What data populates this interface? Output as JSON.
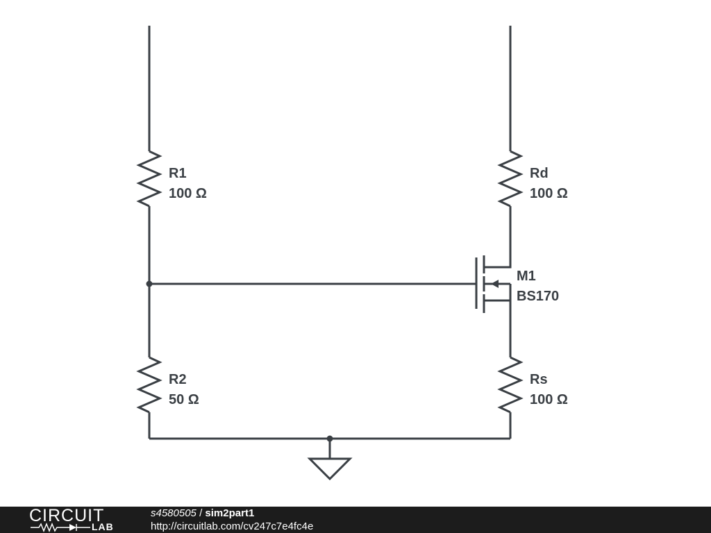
{
  "components": {
    "r1": {
      "name": "R1",
      "value": "100 Ω"
    },
    "r2": {
      "name": "R2",
      "value": "50 Ω"
    },
    "rd": {
      "name": "Rd",
      "value": "100 Ω"
    },
    "rs": {
      "name": "Rs",
      "value": "100 Ω"
    },
    "m1": {
      "name": "M1",
      "value": "BS170"
    }
  },
  "footer": {
    "logo_top": "CIRCUIT",
    "logo_bottom": "LAB",
    "user": "s4580505",
    "separator": " / ",
    "title": "sim2part1",
    "url": "http://circuitlab.com/cv247c7e4fc4e"
  },
  "colors": {
    "wire": "#3a3f44",
    "footer_background": "#1c1c1c",
    "footer_text": "#ffffff"
  }
}
